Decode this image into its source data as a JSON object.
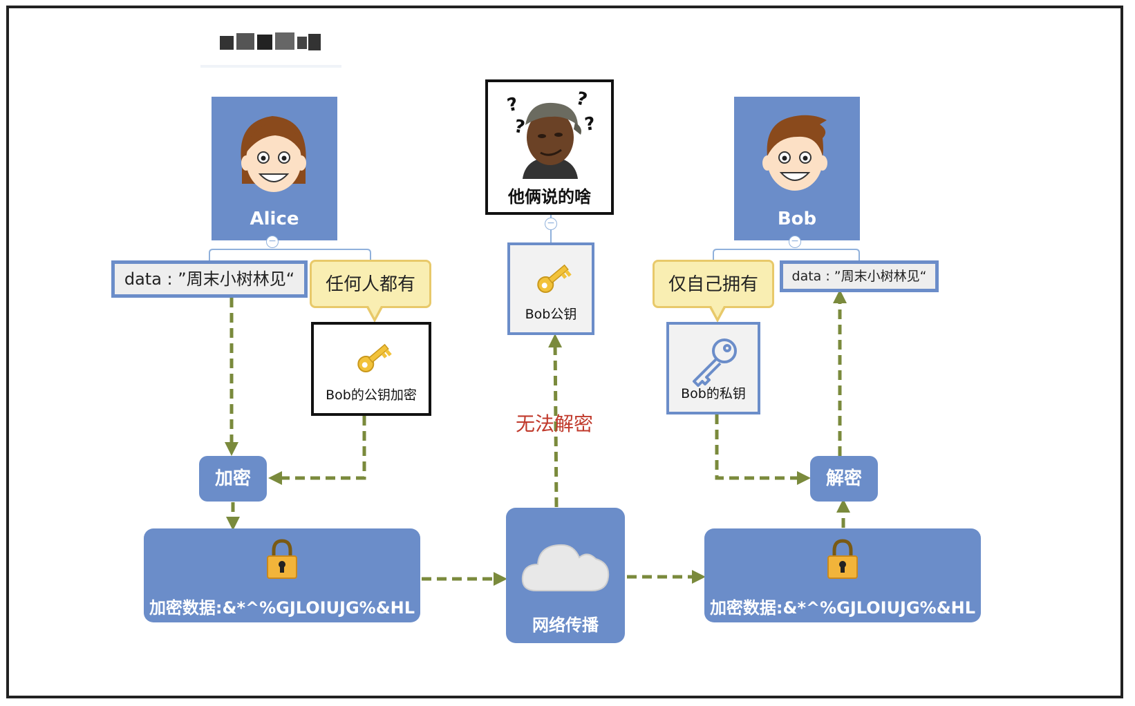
{
  "title_text": "",
  "alice": {
    "name": "Alice"
  },
  "bob": {
    "name": "Bob"
  },
  "meme": {
    "caption": "他俩说的啥"
  },
  "alice_data": {
    "text": "data : ”周末小树林见“"
  },
  "bob_data": {
    "text": "data : ”周末小树林见“"
  },
  "bubble_anyone": {
    "text": "任何人都有"
  },
  "bubble_self": {
    "text": "仅自己拥有"
  },
  "pubkey_encrypt": {
    "label": "Bob的公钥加密"
  },
  "pubkey_center": {
    "label": "Bob公钥"
  },
  "private_key": {
    "label": "Bob的私钥"
  },
  "cannot_decrypt": {
    "text": "无法解密"
  },
  "encrypt_action": {
    "label": "加密"
  },
  "decrypt_action": {
    "label": "解密"
  },
  "encrypted_left": {
    "text": "加密数据:&*^%GJLOIUJG%&HL"
  },
  "encrypted_right": {
    "text": "加密数据:&*^%GJLOIUJG%&HL"
  },
  "network": {
    "label": "网络传播"
  },
  "colors": {
    "node_blue": "#6b8dc9",
    "arrow_green": "#7a8a3c",
    "bubble_yellow": "#f9eeb2",
    "key_gold": "#f2c23a",
    "red_text": "#c0392b"
  },
  "icons": [
    "alice-avatar",
    "bob-avatar",
    "confused-man-photo",
    "question-mark-icon",
    "gold-key-icon",
    "outline-key-icon",
    "padlock-icon",
    "cloud-icon",
    "collapse-toggle-icon"
  ]
}
